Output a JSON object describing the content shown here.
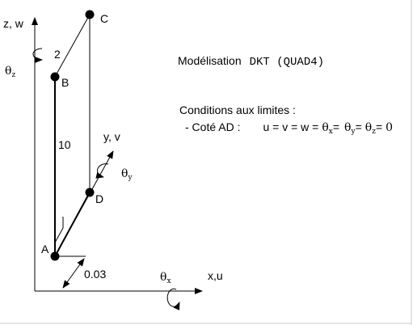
{
  "diagram": {
    "axes": {
      "z_label": "z, w",
      "y_label": "y, v",
      "x_label": "x,u",
      "theta_z": "θ",
      "theta_z_sub": "z",
      "theta_y": "θ",
      "theta_y_sub": "y",
      "theta_x": "θ",
      "theta_x_sub": "x"
    },
    "points": {
      "A": "A",
      "B": "B",
      "C": "C",
      "D": "D"
    },
    "dimensions": {
      "height_10": "10",
      "offset_2": "2",
      "depth_003": "0.03"
    }
  },
  "info": {
    "modelisation_label": "Modélisation",
    "modelisation_value": "DKT (QUAD4)",
    "conditions_title": "Conditions aux limites :",
    "cote_label": "- Coté AD :",
    "eq_uvw": "u = v = w =",
    "theta": "θ",
    "sub_x": "x",
    "sub_y": "y",
    "sub_z": "z",
    "equals": "=",
    "zero": "0"
  },
  "colors": {
    "ink": "#000000",
    "frame": "#c8c8c8"
  }
}
